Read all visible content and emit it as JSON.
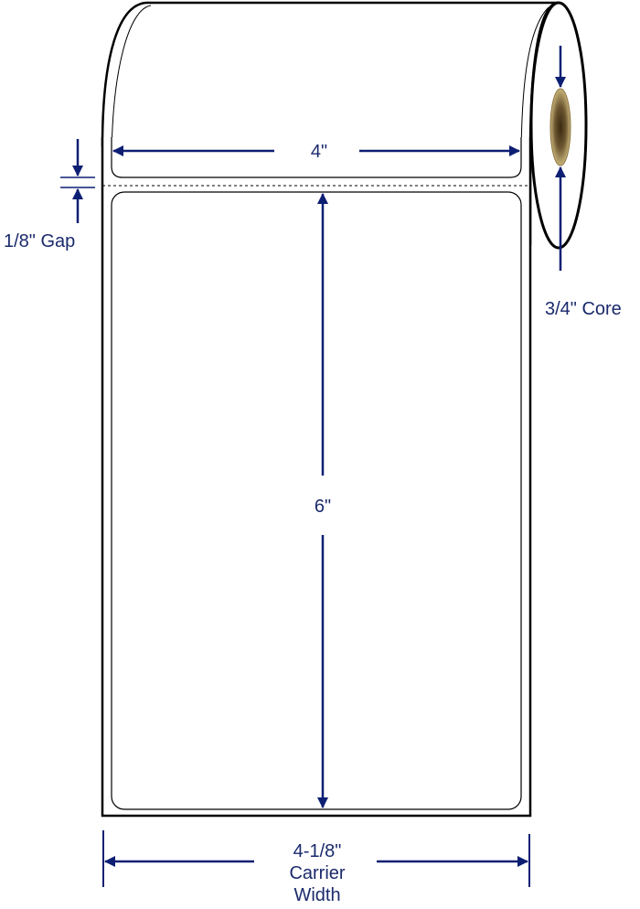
{
  "diagram": {
    "label_width": "4\"",
    "label_height": "6\"",
    "gap": "1/8\" Gap",
    "core": "3/4\" Core",
    "carrier_line1": "4-1/8\"",
    "carrier_line2": "Carrier",
    "carrier_line3": "Width"
  },
  "colors": {
    "dimension": "#0d1f73",
    "outline": "#000000",
    "core_fill": "#a08a5a"
  }
}
